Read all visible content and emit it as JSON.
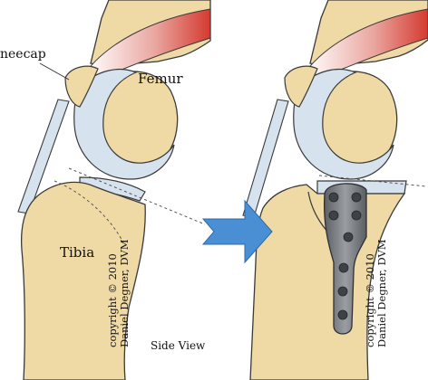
{
  "labels": {
    "kneecap": "neecap",
    "femur": "Femur",
    "tibia": "Tibia",
    "side_view": "Side View"
  },
  "copyright": {
    "line1": "copyright © 2010",
    "line2": "Daniel Degner, DVM"
  },
  "colors": {
    "bone": "#efd9a4",
    "cartilage": "#d6e2ee",
    "muscle": "#d6453a",
    "outline": "#3a3a3a",
    "arrow": "#4a8fd4",
    "plate": "#707478"
  }
}
